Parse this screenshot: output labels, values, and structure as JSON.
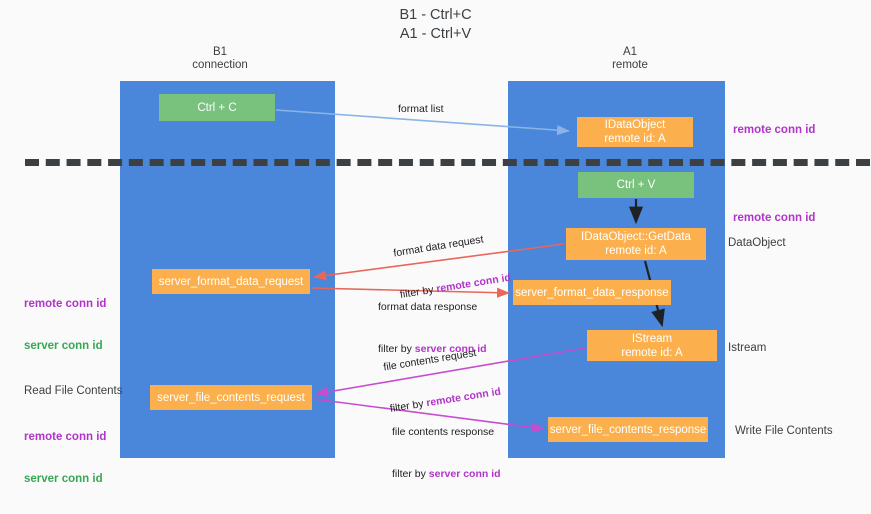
{
  "title": "B1 - Ctrl+C\nA1 - Ctrl+V",
  "columns": {
    "left": "B1\nconnection",
    "right": "A1\nremote"
  },
  "nodes": {
    "ctrl_c": "Ctrl + C",
    "idataobject": "IDataObject\nremote id: A",
    "ctrl_v": "Ctrl + V",
    "getdata": "IDataObject::GetData\nremote id: A",
    "server_format_data_request": "server_format_data_request",
    "server_format_data_response": "server_format_data_response",
    "istream": "IStream\nremote id: A",
    "server_file_contents_request": "server_file_contents_request",
    "server_file_contents_response": "server_file_contents_response"
  },
  "edge_labels": {
    "format_list": "format list",
    "format_data_request": "format data request",
    "format_data_request_filter_prefix": "filter by ",
    "format_data_request_filter_key": "remote conn id",
    "format_data_response": "format data response",
    "format_data_response_filter_prefix": "filter by ",
    "format_data_response_filter_key": "server conn id",
    "file_contents_request": "file contents request",
    "file_contents_request_filter_prefix": "filter by ",
    "file_contents_request_filter_key": "remote conn id",
    "file_contents_response": "file contents response",
    "file_contents_response_filter_prefix": "filter by ",
    "file_contents_response_filter_key": "server conn id"
  },
  "annotations": {
    "right": {
      "remote_conn_id_top": "remote conn id",
      "remote_conn_id_mid": "remote conn id",
      "data_object": "DataObject",
      "istream": "Istream",
      "write_file_contents": "Write File Contents"
    },
    "left": {
      "remote_conn_id": "remote conn id",
      "server_conn_id": "server conn id",
      "read_file_contents": "Read File Contents",
      "remote_conn_id_2": "remote conn id",
      "server_conn_id_2": "server conn id"
    }
  },
  "colors": {
    "lane": "#4a86d9",
    "node_green": "#78c27e",
    "node_orange": "#fbb04d",
    "accent_purple": "#b034c8",
    "accent_green": "#35a853",
    "edge_blue": "#8ab4e8",
    "edge_red": "#e8665a",
    "edge_magenta": "#c74dcf",
    "edge_black": "#202124",
    "background": "#fafafa"
  }
}
